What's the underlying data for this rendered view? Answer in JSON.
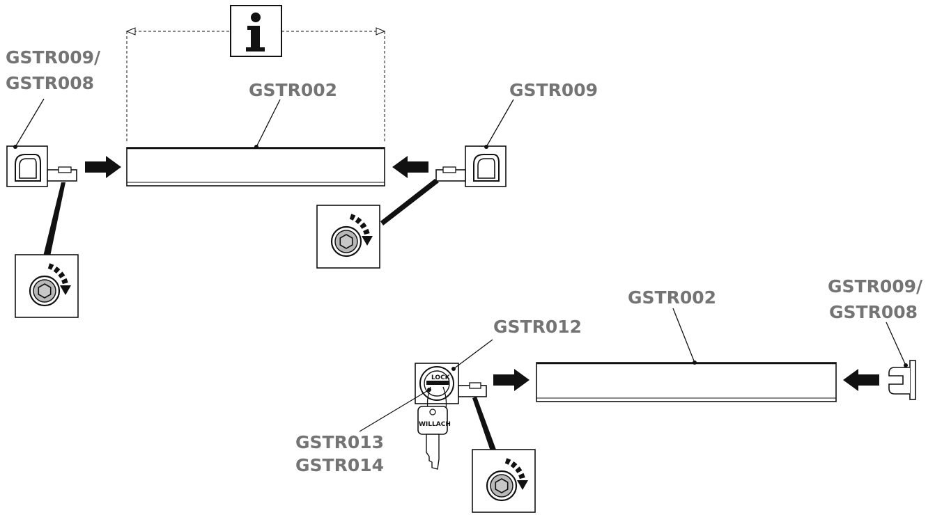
{
  "labels": {
    "top_left_part": "GSTR009/",
    "top_left_part_2": "GSTR008",
    "top_rail": "GSTR002",
    "top_right_part": "GSTR009",
    "bottom_rail": "GSTR002",
    "bottom_right_part": "GSTR009/",
    "bottom_right_part_2": "GSTR008",
    "lock_holder": "GSTR012",
    "lock_part_1": "GSTR013",
    "lock_part_2": "GSTR014"
  },
  "info_icon_glyph": "i",
  "key_brand": "WILLACH",
  "colors": {
    "label": "#747474",
    "line": "#111111",
    "knob": "#b8b8b8"
  },
  "icons": [
    "info-icon",
    "arrow-right-icon",
    "arrow-left-icon",
    "screw-tighten-icon",
    "cylinder-lock-icon",
    "key-icon"
  ]
}
